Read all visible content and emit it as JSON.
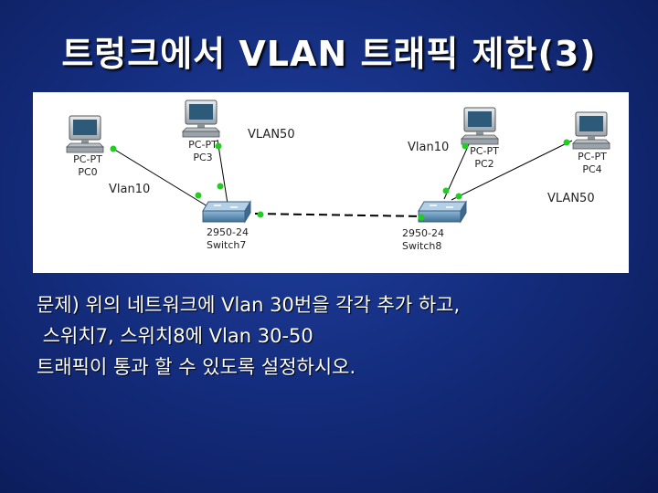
{
  "title": "트렁크에서 VLAN 트래픽 제한(3)",
  "diagram": {
    "pcs": [
      {
        "type": "PC-PT",
        "name": "PC0"
      },
      {
        "type": "PC-PT",
        "name": "PC3"
      },
      {
        "type": "PC-PT",
        "name": "PC2"
      },
      {
        "type": "PC-PT",
        "name": "PC4"
      }
    ],
    "switches": [
      {
        "model": "2950-24",
        "name": "Switch7"
      },
      {
        "model": "2950-24",
        "name": "Switch8"
      }
    ],
    "vlan_labels": {
      "pc0_link": "Vlan10",
      "pc3_link": "VLAN50",
      "pc2_link": "Vlan10",
      "pc4_link": "VLAN50"
    },
    "colors": {
      "link_dot": "#22cc22",
      "link_line": "#000000",
      "switch": "#5b8fb5"
    }
  },
  "problem": {
    "lines": [
      "문제) 위의 네트워크에 Vlan 30번을 각각 추가 하고,",
      " 스위치7, 스위치8에 Vlan 30-50",
      "트래픽이 통과 할 수 있도록 설정하시오."
    ]
  }
}
